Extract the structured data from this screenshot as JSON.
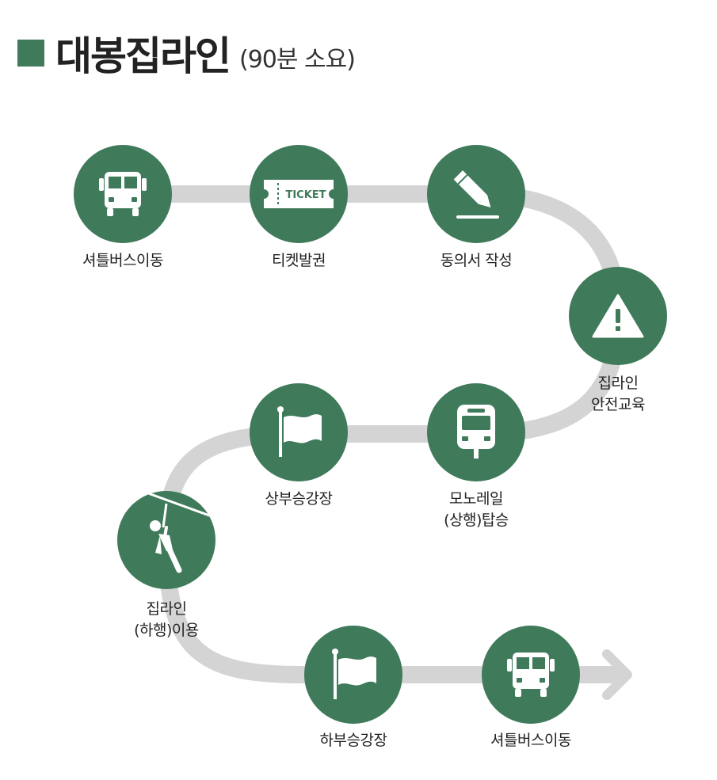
{
  "header": {
    "title": "대봉집라인",
    "subtitle": "(90분 소요)"
  },
  "ticket_text": "TICKET",
  "steps": [
    {
      "label": "셔틀버스이동",
      "icon": "bus-icon"
    },
    {
      "label": "티켓발권",
      "icon": "ticket-icon"
    },
    {
      "label": "동의서 작성",
      "icon": "pencil-icon"
    },
    {
      "label": "집라인\n안전교육",
      "icon": "warning-icon"
    },
    {
      "label": "모노레일\n(상행)탑승",
      "icon": "monorail-icon"
    },
    {
      "label": "상부승강장",
      "icon": "flag-icon"
    },
    {
      "label": "집라인\n(하행)이용",
      "icon": "zipline-icon"
    },
    {
      "label": "하부승강장",
      "icon": "flag-icon"
    },
    {
      "label": "셔틀버스이동",
      "icon": "bus-icon"
    }
  ],
  "colors": {
    "accent": "#3f7a5a",
    "route": "#d4d4d4"
  }
}
